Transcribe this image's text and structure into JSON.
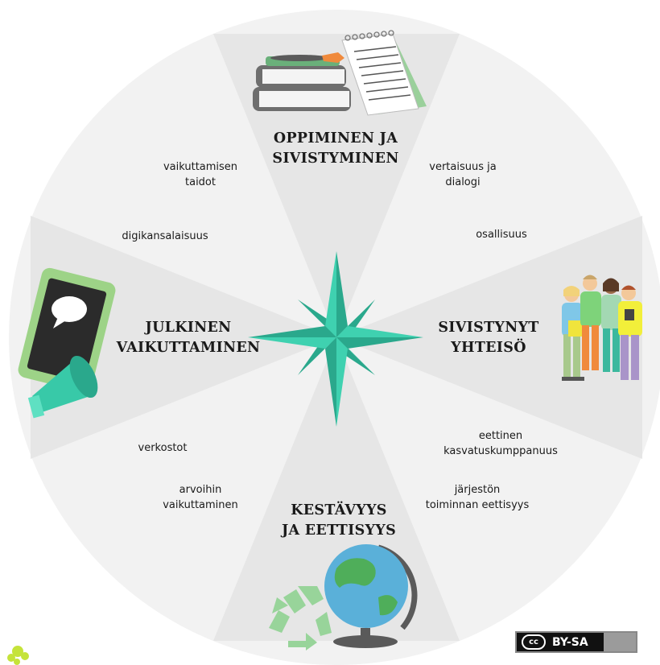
{
  "sections": {
    "top": [
      "OPPIMINEN JA",
      "SIVISTYMINEN"
    ],
    "right": [
      "SIVISTYNYT",
      "YHTEISÖ"
    ],
    "bottom": [
      "KESTÄVYYS",
      "JA EETTISYYS"
    ],
    "left": [
      "JULKINEN",
      "VAIKUTTAMINEN"
    ]
  },
  "labels": {
    "vaikuttamisen_taidot": [
      "vaikuttamisen",
      "taidot"
    ],
    "vertaisuus": [
      "vertaisuus ja",
      "dialogi"
    ],
    "digikansalaisuus": [
      "digikansalaisuus"
    ],
    "osallisuus": [
      "osallisuus"
    ],
    "eettinen": [
      "eettinen",
      "kasvatuskumppanuus"
    ],
    "verkostot": [
      "verkostot"
    ],
    "arvoihin": [
      "arvoihin",
      "vaikuttaminen"
    ],
    "jarjeston": [
      "järjestön",
      "toiminnan eettisyys"
    ]
  },
  "badge": {
    "cc": "cc",
    "license": "BY-SA"
  },
  "colors": {
    "wheel_light": "#f2f2f2",
    "wheel_dark": "#e6e6e6",
    "compass_light": "#3fd1b0",
    "compass_dark": "#2aa88c",
    "book": "#6e6e6e",
    "notebook_green": "#9ad09b",
    "globe_water": "#5ab0d9",
    "globe_land": "#4fae5a",
    "recycle": "#98d49a",
    "tablet_frame": "#9dd387",
    "megaphone": "#38c9a8"
  },
  "icons": [
    "books-icon",
    "notebook-icon",
    "people-icon",
    "globe-icon",
    "recycle-icon",
    "tablet-icon",
    "megaphone-icon",
    "logo-icon"
  ]
}
